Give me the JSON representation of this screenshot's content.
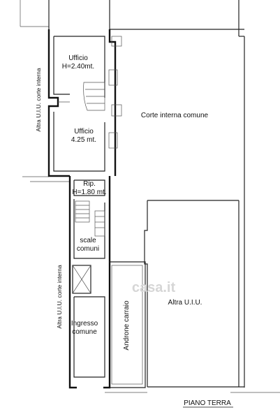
{
  "labels": {
    "ufficio_top_name": "Ufficio",
    "ufficio_top_height": "H=2.40mt.",
    "ufficio_mid_name": "Ufficio",
    "ufficio_mid_height": "4.25 mt.",
    "corte_interna_comune": "Corte interna comune",
    "altra_uiu_corte_interna_top": "Altra U.I.U. corte interna",
    "rip_name": "Rip.",
    "rip_height": "H=1.80 mt.",
    "scale_line1": "scale",
    "scale_line2": "comuni",
    "altra_uiu_corte_interna_bottom": "Altra U.I.U. corte interna",
    "ingresso_line1": "Ingresso",
    "ingresso_line2": "comune",
    "androne_carraio": "Androne carraio",
    "altra_uiu": "Altra U.I.U.",
    "piano_terra": "PIANO TERRA"
  },
  "watermark": "casa.it"
}
